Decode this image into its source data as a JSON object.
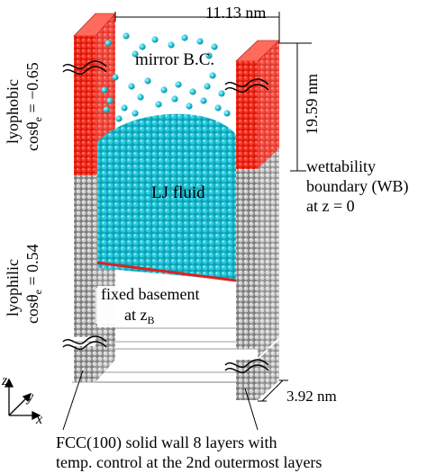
{
  "dimensions": {
    "width_label": "11.13 nm",
    "height_label": "19.59 nm",
    "depth_label": "3.92 nm"
  },
  "labels": {
    "mirror_bc": "mirror B.C.",
    "lj_fluid": "LJ fluid",
    "fixed_basement_line1": "fixed basement",
    "fixed_basement_line2": "at z",
    "fixed_basement_sub": "B",
    "wb_line1": "wettability",
    "wb_line2": "boundary (WB)",
    "wb_line3": "at z = 0",
    "lyophobic_title": "lyophobic",
    "lyophobic_cos": "cosθ",
    "lyophobic_cos_sub": "e",
    "lyophobic_value": " = −0.65",
    "lyophilic_title": "lyophilic",
    "lyophilic_cos": "cosθ",
    "lyophilic_cos_sub": "e",
    "lyophilic_value": " = 0.54",
    "caption_line1": "FCC(100) solid wall 8 layers with",
    "caption_line2": "temp. control at the 2nd outermost layers"
  },
  "axes": {
    "z": "z",
    "y": "y",
    "x": "x"
  },
  "colors": {
    "lyophobic_wall": "#e51b12",
    "lyophilic_wall": "#9c9c9c",
    "fluid": "#22c4d8",
    "basement_line": "#e02020"
  }
}
